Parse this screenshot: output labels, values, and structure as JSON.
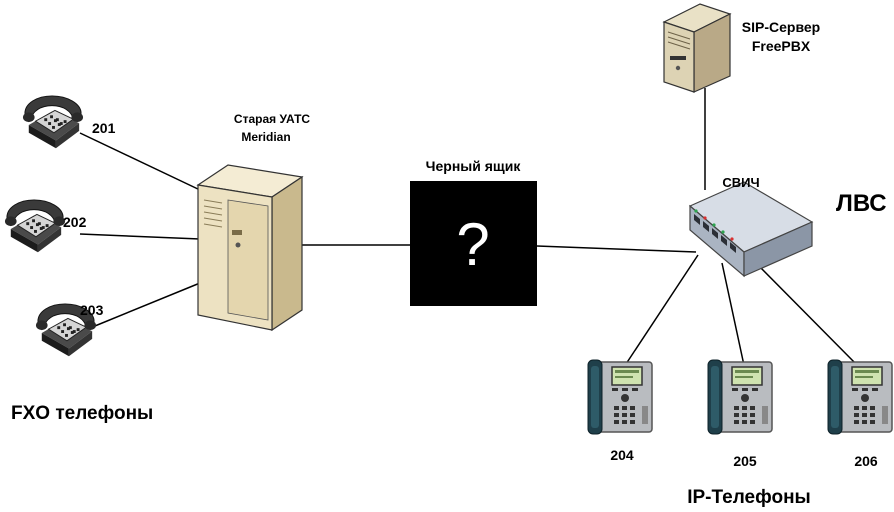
{
  "pbx": {
    "line1": "Старая УАТС",
    "line2": "Meridian"
  },
  "black_box": {
    "label": "Черный ящик",
    "symbol": "?"
  },
  "switch": {
    "label": "СВИЧ"
  },
  "sip_server": {
    "line1": "SIP-Сервер",
    "line2": "FreePBX"
  },
  "lan": {
    "label": "ЛВС"
  },
  "fxo_phones": {
    "group_label": "FXO телефоны",
    "items": [
      {
        "number": "201"
      },
      {
        "number": "202"
      },
      {
        "number": "203"
      }
    ]
  },
  "ip_phones": {
    "group_label": "IP-Телефоны",
    "items": [
      {
        "number": "204"
      },
      {
        "number": "205"
      },
      {
        "number": "206"
      }
    ]
  }
}
